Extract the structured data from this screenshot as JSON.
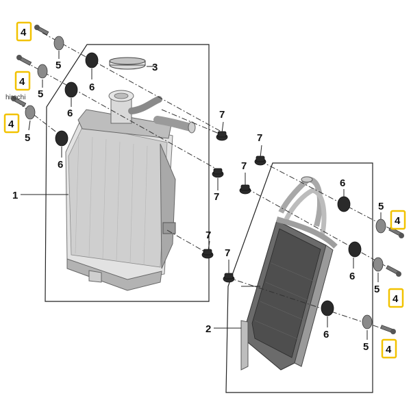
{
  "watermark": "hirochi",
  "callouts": {
    "c1": "1",
    "c2": "2",
    "c3": "3",
    "c4a": "4",
    "c4b": "4",
    "c4c": "4",
    "c4d": "4",
    "c4e": "4",
    "c4f": "4",
    "c5a": "5",
    "c5b": "5",
    "c5c": "5",
    "c5d": "5",
    "c5e": "5",
    "c5f": "5",
    "c6a": "6",
    "c6b": "6",
    "c6c": "6",
    "c6d": "6",
    "c6e": "6",
    "c6f": "6",
    "c7a": "7",
    "c7b": "7",
    "c7c": "7",
    "c7d": "7",
    "c7e": "7",
    "c7f": "7"
  },
  "colors": {
    "highlight": "#f2c200",
    "radiator_core": "#d4d4d4",
    "oil_cooler_core": "#5a5a5a",
    "rubber": "#2a2a2a"
  }
}
